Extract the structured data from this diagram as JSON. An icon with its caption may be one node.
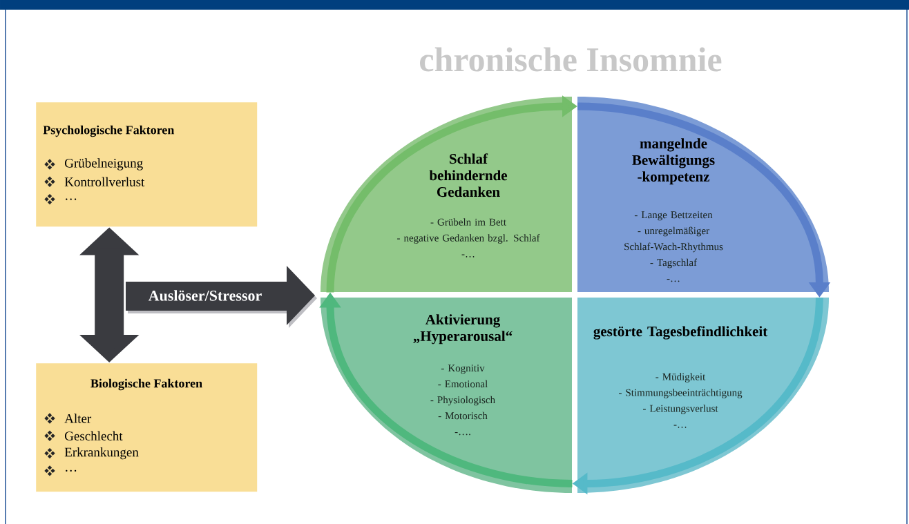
{
  "diagram": {
    "title": "chronische Insomnie",
    "nodes": [
      {
        "text": [
          "Psychologische Faktoren",
          "Grübelneigung",
          "Kontrollverlust",
          "…"
        ]
      },
      {
        "text": [
          "Biologische Faktoren",
          "Alter",
          "Geschlecht",
          "Erkrankungen",
          "…"
        ]
      },
      {
        "text": [
          "Auslöser/Stressor"
        ]
      },
      {
        "text": [
          "Schlaf behindernde Gedanken",
          "- Grübeln im Bett",
          "- negative Gedanken bzgl. Schlaf",
          "-…"
        ]
      },
      {
        "text": [
          "mangelnde Bewältigungs -kompetenz",
          "- Lange Bettzeiten",
          "- unregelmäßiger Schlaf-Wach-Rhythmus",
          "- Tagschlaf",
          "-…"
        ]
      },
      {
        "text": [
          "Aktivierung „Hyperarousal“",
          "- Kognitiv",
          "- Emotional",
          "- Physiologisch",
          "- Motorisch",
          "-…."
        ]
      },
      {
        "text": [
          "gestörte Tagesbefindlichkeit",
          "- Müdigkeit",
          "- Stimmungsbeeinträchtigung",
          "- Leistungsverlust",
          "-…"
        ]
      }
    ],
    "edges": [
      {
        "from": 0,
        "to": 1,
        "arrow": "both",
        "style": "thick",
        "color": "#3a3b40"
      },
      {
        "from": 3,
        "to": 4,
        "arrow": "to",
        "color": "#74bd6a"
      },
      {
        "from": 4,
        "to": 6,
        "arrow": "to",
        "color": "#5a7fca"
      },
      {
        "from": 6,
        "to": 5,
        "arrow": "to",
        "color": "#56bac9"
      },
      {
        "from": 5,
        "to": 3,
        "arrow": "to",
        "color": "#4fb87e"
      }
    ]
  }
}
